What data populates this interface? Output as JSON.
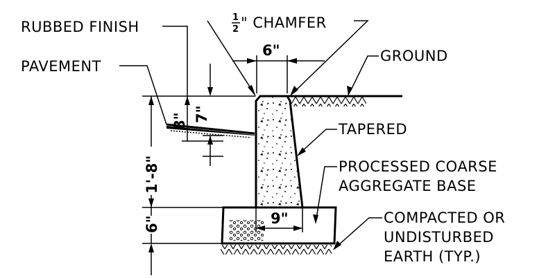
{
  "labels": {
    "rubbed_finish": "RUBBED FINISH",
    "chamfer_num": "1",
    "chamfer_den": "2",
    "chamfer_text": "\" CHAMFER",
    "pavement": "PAVEMENT",
    "ground": "GROUND",
    "tapered": "TAPERED",
    "processed_line1": "PROCESSED COARSE",
    "processed_line2": "AGGREGATE BASE",
    "compacted_line1": "COMPACTED OR",
    "compacted_line2": "UNDISTURBED",
    "compacted_line3": "EARTH (TYP.)"
  },
  "dimensions": {
    "top_width": "6\"",
    "bottom_width": "9\"",
    "height_8": "8\"",
    "height_7": "7\"",
    "height_total": "1'-8\"",
    "base_depth": "6\""
  }
}
